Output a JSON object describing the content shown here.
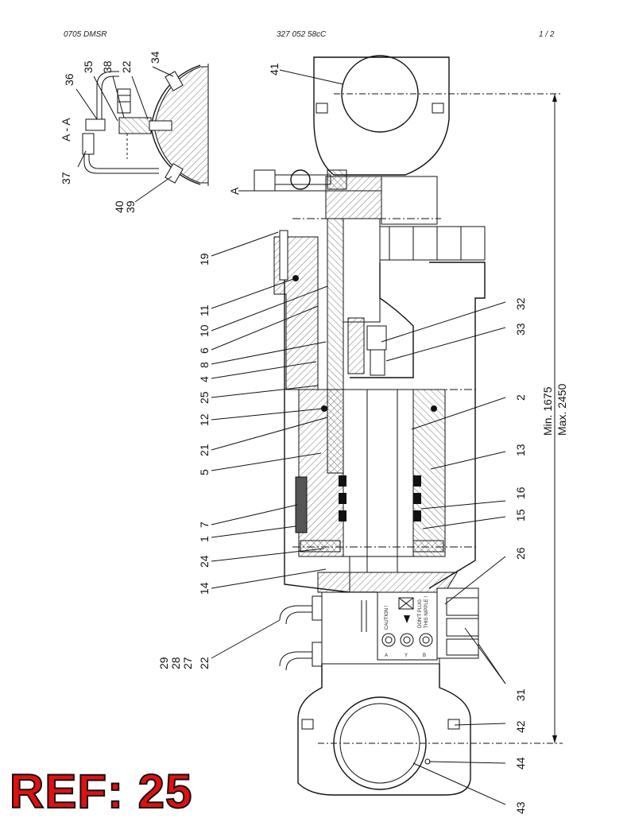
{
  "header": {
    "left": "0705 DMSR",
    "center": "327 052 58cC",
    "right": "1 /   2"
  },
  "section_labels": {
    "left": "A",
    "right": "A",
    "inset": "A - A"
  },
  "callouts": {
    "c41": "41",
    "c36": "36",
    "c35": "35",
    "c38": "38",
    "c22a": "22",
    "c34": "34",
    "c37": "37",
    "c40": "40",
    "c39": "39",
    "c19": "19",
    "c11": "11",
    "c10": "10",
    "c6": "6",
    "c8": "8",
    "c4": "4",
    "c25": "25",
    "c12": "12",
    "c21": "21",
    "c5": "5",
    "c7": "7",
    "c1": "1",
    "c24": "24",
    "c14": "14",
    "c29": "29",
    "c28": "28",
    "c27": "27",
    "c22b": "22",
    "c32": "32",
    "c33": "33",
    "c2": "2",
    "c13": "13",
    "c16": "16",
    "c15": "15",
    "c26": "26",
    "c31": "31",
    "c42": "42",
    "c44": "44",
    "c43": "43"
  },
  "dimensions": {
    "min": "Min. 1675",
    "max": "Max. 2450"
  },
  "plate": {
    "caution": "CAUTION !",
    "warning1": "DON'T PLUG",
    "warning2": "THIS NIPPLE !",
    "port_a": "A",
    "port_y": "Y",
    "port_b": "B"
  },
  "ref_badge": "REF: 25"
}
